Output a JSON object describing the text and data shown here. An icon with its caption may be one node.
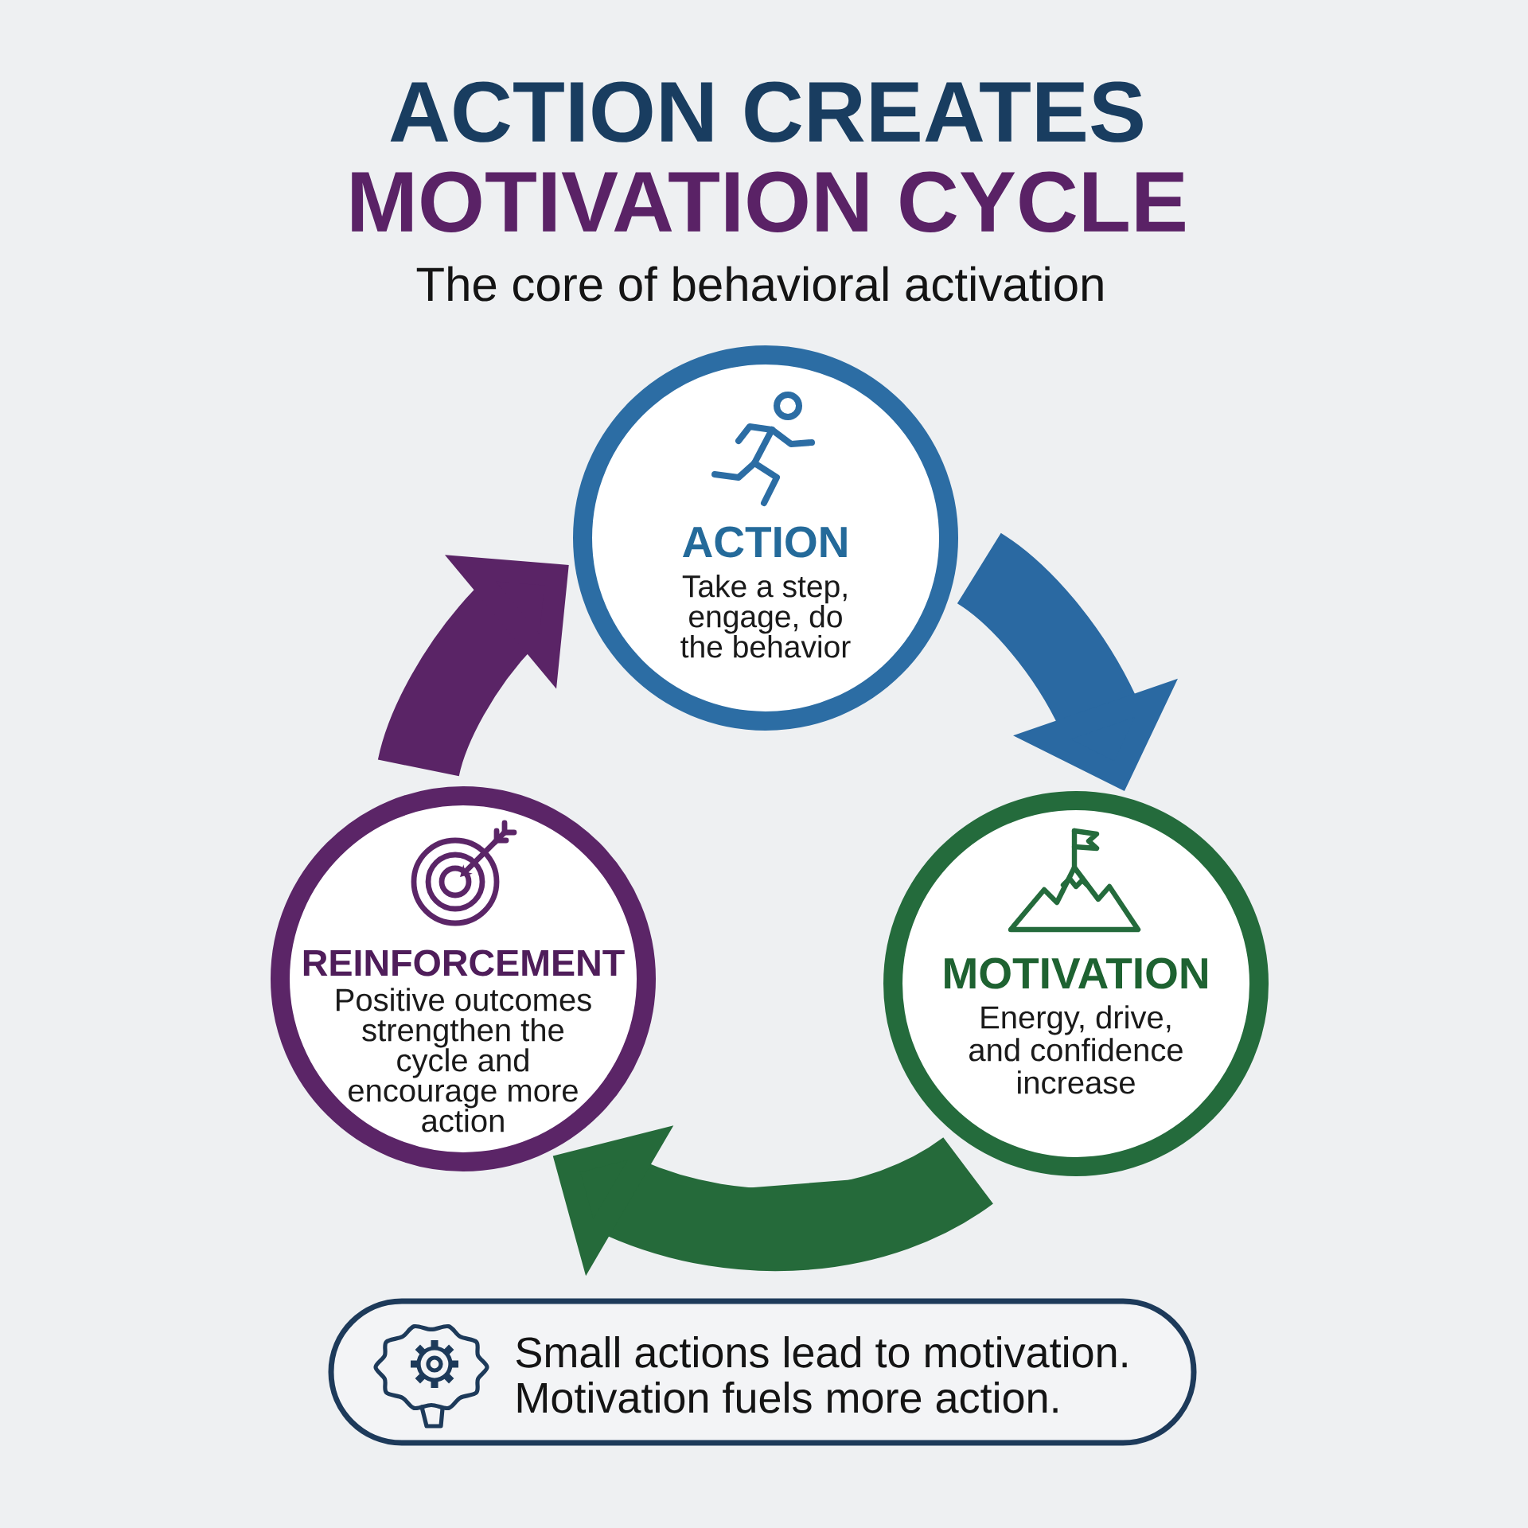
{
  "diagram": {
    "title": "ACTION CREATES MOTIVATION CYCLE",
    "nodes": [
      {
        "text": [
          "ACTION",
          "Take a step, engage, do the behavior"
        ]
      },
      {
        "text": [
          "MOTIVATION",
          "Energy, drive, and confidence increase"
        ]
      },
      {
        "text": [
          "REINFORCEMENT",
          "Positive outcomes strengthen the cycle and encourage more action"
        ]
      },
      {
        "text": [
          "Small actions lead to motivation. Motivation fuels more action."
        ]
      }
    ],
    "edges": [
      {
        "from": 0,
        "to": 1,
        "arrow": "to",
        "color": "#2a69a2"
      },
      {
        "from": 1,
        "to": 2,
        "arrow": "to",
        "color": "#256a3a"
      },
      {
        "from": 2,
        "to": 0,
        "arrow": "to",
        "color": "#5a2466"
      }
    ],
    "labels": [
      "The core of behavioral activation"
    ]
  }
}
